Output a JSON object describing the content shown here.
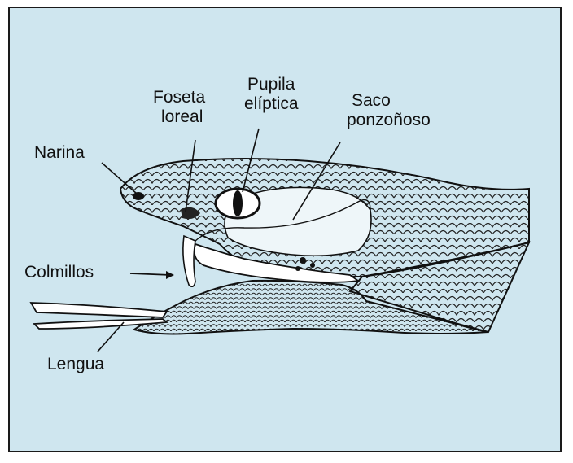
{
  "labels": {
    "narina": "Narina",
    "foseta_line1": "Foseta",
    "foseta_line2": "loreal",
    "pupila_line1": "Pupila",
    "pupila_line2": "elíptica",
    "saco_line1": "Saco",
    "saco_line2": "ponzoñoso",
    "colmillos": "Colmillos",
    "lengua": "Lengua"
  },
  "colors": {
    "background": "#cfe6ef",
    "ink": "#111111",
    "skin": "#dfeef3"
  }
}
